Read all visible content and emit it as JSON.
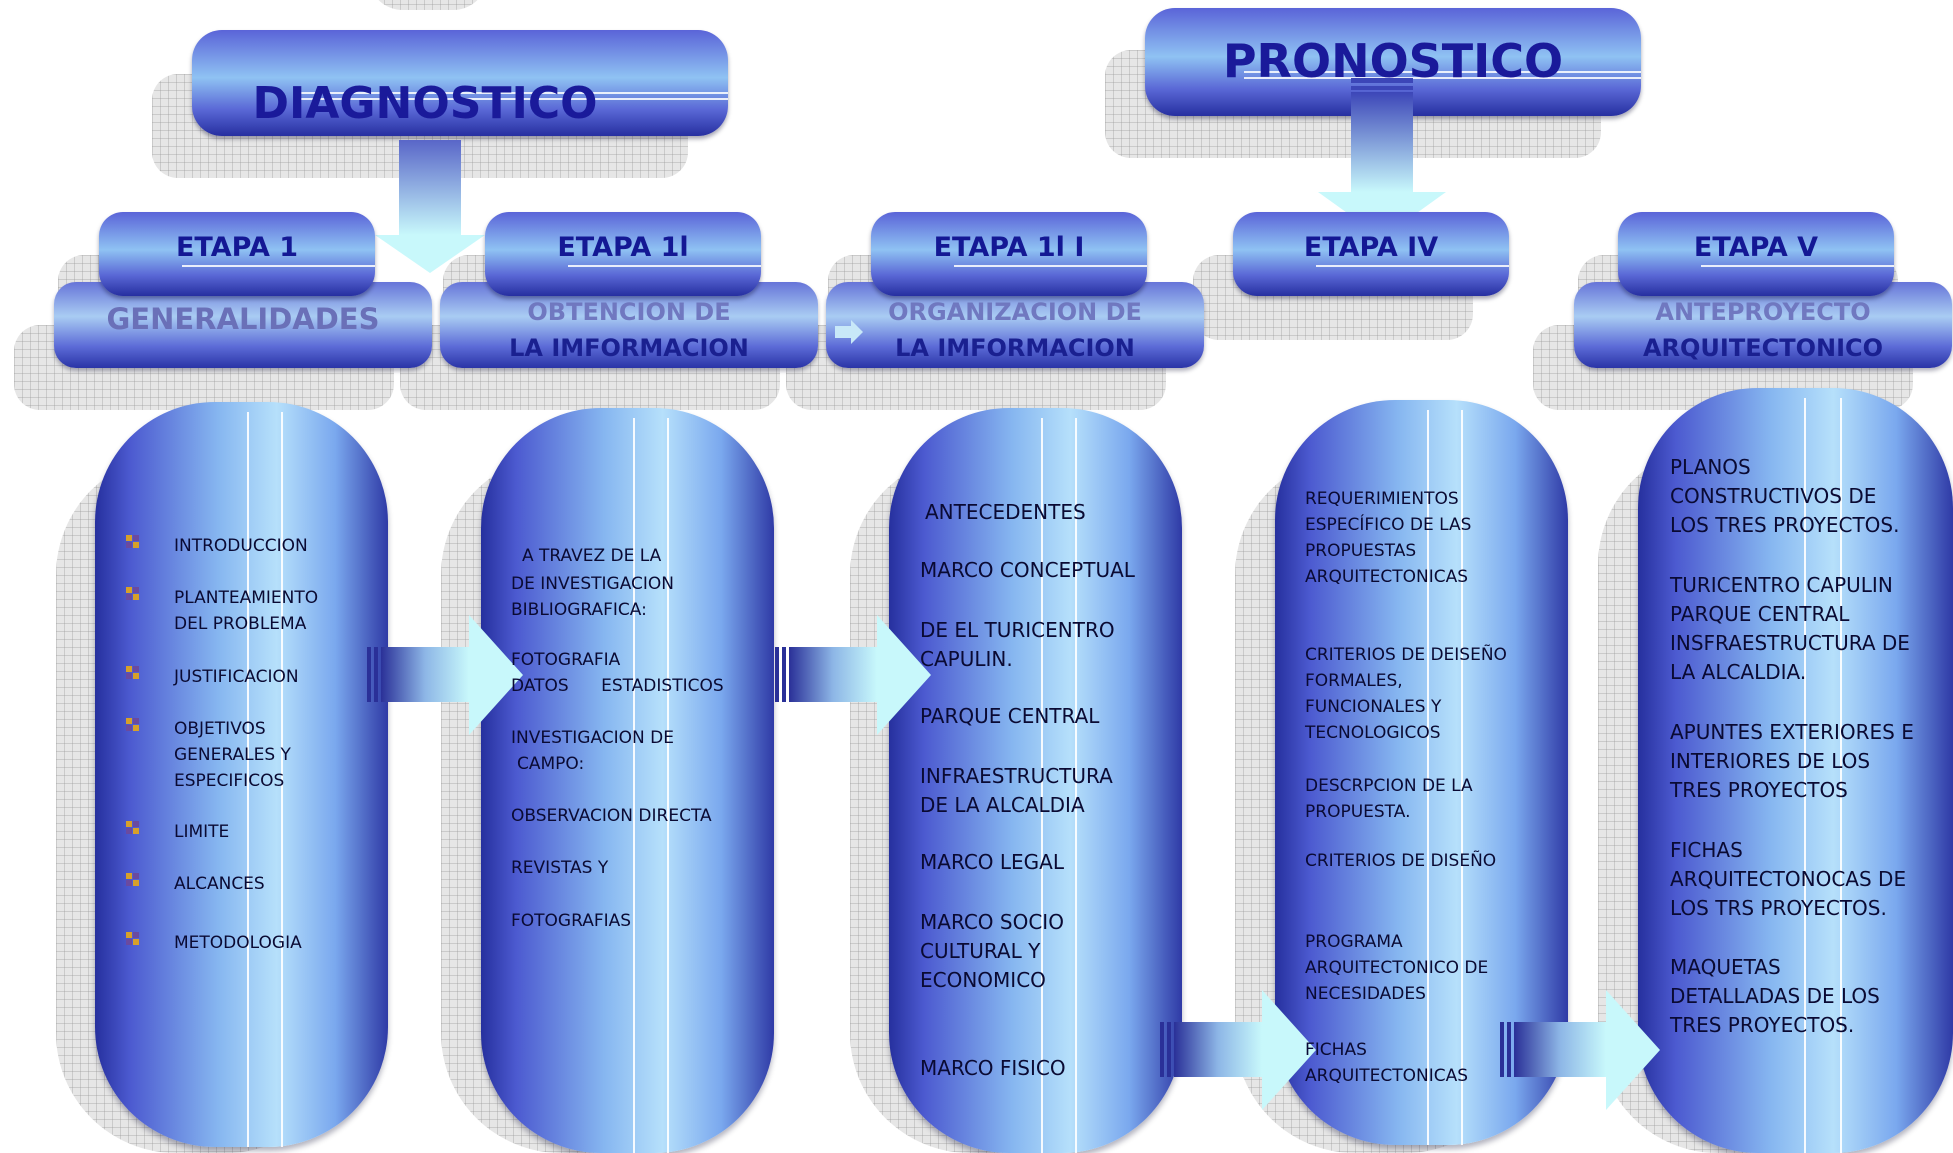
{
  "headers": {
    "diagnostico": "DIAGNOSTICO",
    "pronostico": "PRONOSTICO"
  },
  "etapas": [
    {
      "title": "ETAPA 1",
      "sub1": "GENERALIDADES",
      "sub2": ""
    },
    {
      "title": "ETAPA 1l",
      "sub1": "OBTENCION DE",
      "sub2": "LA IMFORMACION"
    },
    {
      "title": "ETAPA 1l I",
      "sub1": "ORGANIZACION DE",
      "sub2": "LA IMFORMACION"
    },
    {
      "title": "ETAPA IV",
      "sub1": "",
      "sub2": ""
    },
    {
      "title": "ETAPA V",
      "sub1": "ANTEPROYECTO",
      "sub2": "ARQUITECTONICO"
    }
  ],
  "col1": {
    "items": [
      "INTRODUCCION",
      "PLANTEAMIENTO\nDEL PROBLEMA",
      "JUSTIFICACION",
      "OBJETIVOS\nGENERALES Y\nESPECIFICOS",
      "LIMITE",
      "ALCANCES",
      "METODOLOGIA"
    ]
  },
  "col2": {
    "t1": "A TRAVEZ DE LA",
    "t2": "DE INVESTIGACION\nBIBLIOGRAFICA:",
    "t3": "FOTOGRAFIA",
    "t4": "DATOS      ESTADISTICOS",
    "t5": "INVESTIGACION DE",
    "t6": "CAMPO:",
    "t7": "OBSERVACION DIRECTA",
    "t8": "REVISTAS Y",
    "t9": "FOTOGRAFIAS"
  },
  "col3": {
    "t1": "ANTECEDENTES",
    "t2": "MARCO CONCEPTUAL",
    "t3": "DE EL TURICENTRO\nCAPULIN.",
    "t4": "PARQUE CENTRAL",
    "t5": "INFRAESTRUCTURA\nDE LA ALCALDIA",
    "t6": "MARCO LEGAL",
    "t7": "MARCO SOCIO\nCULTURAL Y\nECONOMICO",
    "t8": "MARCO FISICO"
  },
  "col4": {
    "t1": "REQUERIMIENTOS\nESPECÍFICO DE LAS\nPROPUESTAS\nARQUITECTONICAS",
    "t2": "CRITERIOS DE DEISEÑO\nFORMALES,\nFUNCIONALES Y\nTECNOLOGICOS",
    "t3": "DESCRPCION DE LA\nPROPUESTA.",
    "t4": "CRITERIOS DE DISEÑO",
    "t5": "PROGRAMA\nARQUITECTONICO DE\nNECESIDADES",
    "t6": "FICHAS\nARQUITECTONICAS"
  },
  "col5": {
    "t1": "PLANOS\nCONSTRUCTIVOS DE\nLOS TRES PROYECTOS.",
    "t2": "TURICENTRO CAPULIN\nPARQUE CENTRAL\nINSFRAESTRUCTURA DE\nLA ALCALDIA.",
    "t3": "APUNTES EXTERIORES E\nINTERIORES DE LOS\nTRES PROYECTOS",
    "t4": "FICHAS\nARQUITECTONOCAS DE\nLOS TRS PROYECTOS.",
    "t5": "MAQUETAS\nDETALLADAS DE LOS\nTRES PROYECTOS."
  },
  "colors": {
    "title_text": "#1a1a9a",
    "box_dark": "#262fa0",
    "box_light": "#b6e0fb",
    "arrow_light": "#c8f8fb",
    "shadow_grid": "#e6e6e6"
  }
}
